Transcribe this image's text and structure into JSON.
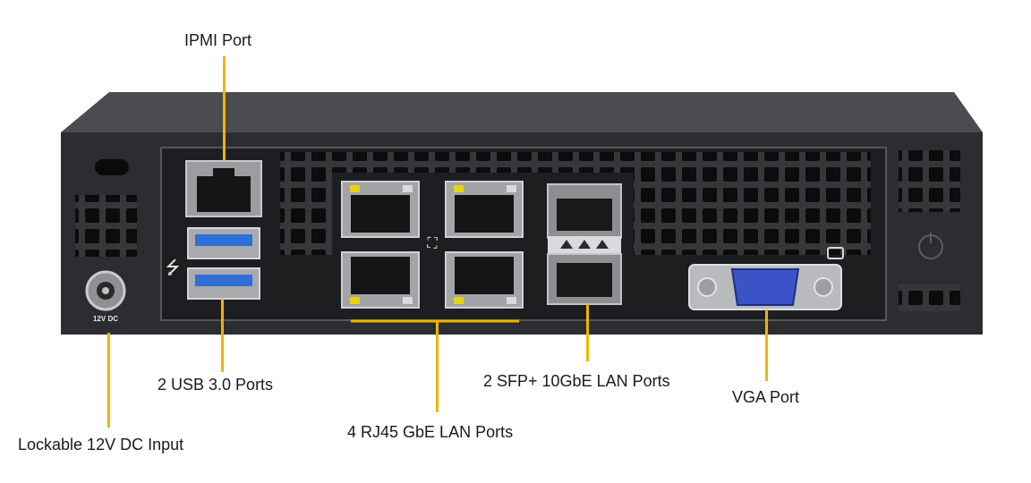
{
  "labels": {
    "ipmi": "IPMI Port",
    "usb": "2 USB 3.0 Ports",
    "dc_input": "Lockable 12V DC Input",
    "rj45": "4 RJ45 GbE LAN Ports",
    "sfp": "2 SFP+ 10GbE LAN Ports",
    "vga": "VGA Port"
  },
  "panel_text": {
    "dc_marking": "12V DC"
  },
  "icons": [
    "usb-icon",
    "network-icon",
    "monitor-icon",
    "power-symbol-icon"
  ],
  "colors": {
    "leader": "#f0b400",
    "chassis": "#2b2d30",
    "usb_blue": "#2f6fd6",
    "vga_blue": "#3a54c8",
    "led_yellow": "#e6d21a"
  }
}
